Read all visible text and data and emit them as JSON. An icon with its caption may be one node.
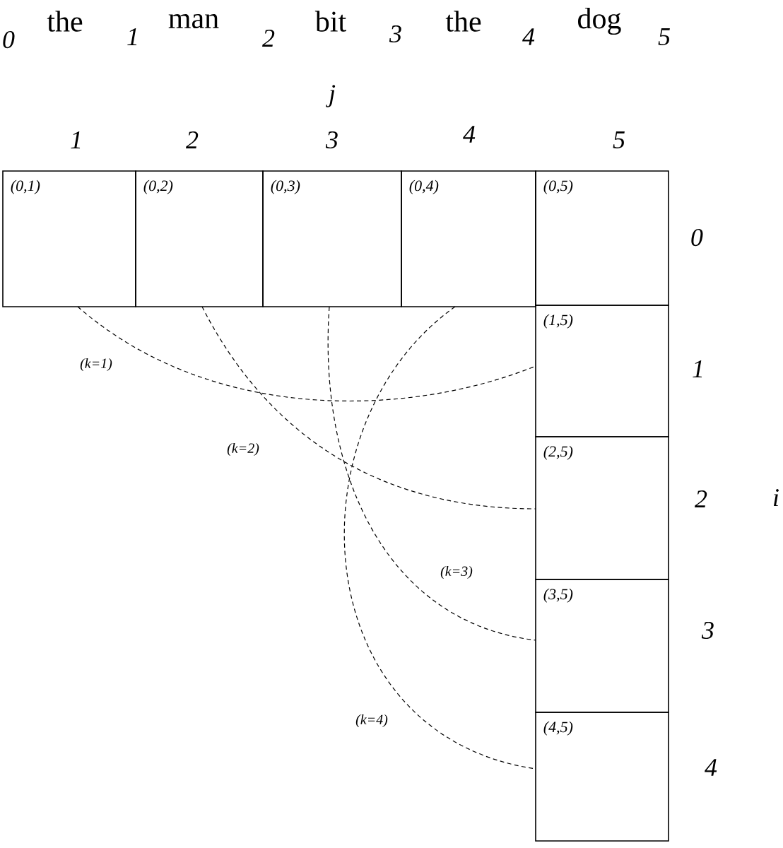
{
  "diagram": {
    "nodes": [
      {
        "text": [
          "(0,1)"
        ]
      },
      {
        "text": [
          "(0,2)"
        ]
      },
      {
        "text": [
          "(0,3)"
        ]
      },
      {
        "text": [
          "(0,4)"
        ]
      },
      {
        "text": [
          "(0,5)"
        ]
      },
      {
        "text": [
          "(1,5)"
        ]
      },
      {
        "text": [
          "(2,5)"
        ]
      },
      {
        "text": [
          "(3,5)"
        ]
      },
      {
        "text": [
          "(4,5)"
        ]
      }
    ],
    "edges": [
      {
        "from": 0,
        "to": 5,
        "arrow": "none",
        "label": "(k=1)",
        "style": "dashed"
      },
      {
        "from": 1,
        "to": 6,
        "arrow": "none",
        "label": "(k=2)",
        "style": "dashed"
      },
      {
        "from": 2,
        "to": 7,
        "arrow": "none",
        "label": "(k=3)",
        "style": "dashed"
      },
      {
        "from": 3,
        "to": 8,
        "arrow": "none",
        "label": "(k=4)",
        "style": "dashed"
      }
    ],
    "labels": [
      "0",
      "the",
      "1",
      "man",
      "2",
      "bit",
      "3",
      "the",
      "4",
      "dog",
      "5",
      "j",
      "1",
      "2",
      "3",
      "4",
      "5",
      "0",
      "1",
      "2",
      "i",
      "3",
      "4"
    ]
  }
}
